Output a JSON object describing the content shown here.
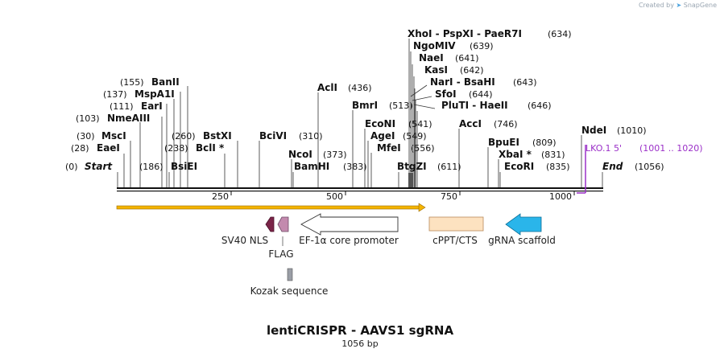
{
  "watermark": {
    "prefix": "Created by",
    "brand": "SnapGene"
  },
  "title": "lentiCRISPR - AAVS1 sgRNA",
  "subtitle": "1056 bp",
  "ruler": {
    "length": 1056,
    "ticks": [
      250,
      500,
      750,
      1000
    ]
  },
  "sites": [
    {
      "label": "Start",
      "pos": "(0)",
      "italic": true
    },
    {
      "label": "EaeI",
      "pos": "(28)"
    },
    {
      "label": "MscI",
      "pos": "(30)"
    },
    {
      "label": "NmeAIII",
      "pos": "(103)"
    },
    {
      "label": "EarI",
      "pos": "(111)"
    },
    {
      "label": "MspA1I",
      "pos": "(137)"
    },
    {
      "label": "BanII",
      "pos": "(155)"
    },
    {
      "label": "BsiEI",
      "pos": "(186)"
    },
    {
      "label": "BclI *",
      "pos": "(238)"
    },
    {
      "label": "BstXI",
      "pos": "(260)"
    },
    {
      "label": "BciVI",
      "pos": "(310)"
    },
    {
      "label": "NcoI",
      "pos": "(373)"
    },
    {
      "label": "BamHI",
      "pos": "(383)"
    },
    {
      "label": "AclI",
      "pos": "(436)"
    },
    {
      "label": "BmrI",
      "pos": "(513)"
    },
    {
      "label": "EcoNI",
      "pos": "(541)"
    },
    {
      "label": "AgeI",
      "pos": "(549)"
    },
    {
      "label": "MfeI",
      "pos": "(556)"
    },
    {
      "label": "BtgZI",
      "pos": "(611)"
    },
    {
      "label": "XhoI - PspXI - PaeR7I",
      "pos": "(634)"
    },
    {
      "label": "NgoMIV",
      "pos": "(639)"
    },
    {
      "label": "NaeI",
      "pos": "(641)"
    },
    {
      "label": "KasI",
      "pos": "(642)"
    },
    {
      "label": "NarI - BsaHI",
      "pos": "(643)"
    },
    {
      "label": "SfoI",
      "pos": "(644)"
    },
    {
      "label": "PluTI - HaeII",
      "pos": "(646)"
    },
    {
      "label": "AccI",
      "pos": "(746)"
    },
    {
      "label": "BpuEI",
      "pos": "(809)"
    },
    {
      "label": "XbaI *",
      "pos": "(831)"
    },
    {
      "label": "EcoRI",
      "pos": "(835)"
    },
    {
      "label": "NdeI",
      "pos": "(1010)"
    },
    {
      "label": "End",
      "pos": "(1056)",
      "italic": true
    }
  ],
  "primer": {
    "label": "LKO.1 5'",
    "range": "(1001 .. 1020)",
    "color": "#9b30c8"
  },
  "features": [
    {
      "label": "SV40 NLS",
      "color": "#7a2448"
    },
    {
      "label": "FLAG",
      "color": "#c38aae"
    },
    {
      "label": "EF-1α core promoter",
      "color": "#ffffff"
    },
    {
      "label": "cPPT/CTS",
      "color": "#fde2c0"
    },
    {
      "label": "gRNA scaffold",
      "color": "#2ab5ea"
    },
    {
      "label": "Kozak sequence",
      "color": "#9a9ea6"
    }
  ]
}
